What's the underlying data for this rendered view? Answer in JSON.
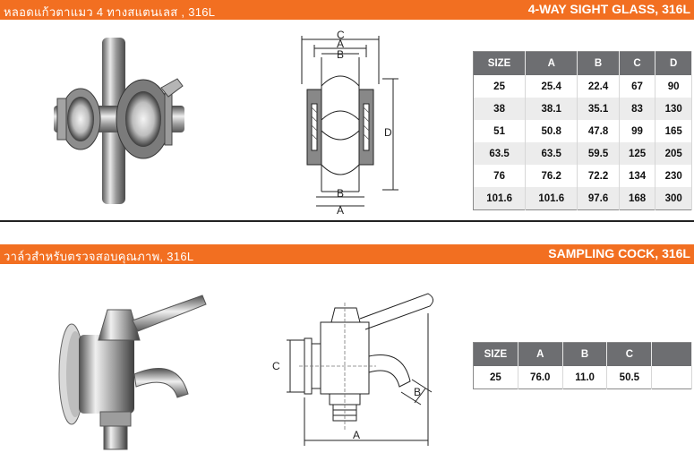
{
  "section1": {
    "title_th": "หลอดแก้วตาแมว 4 ทางสแตนเลส , 316L",
    "title_en": "4-WAY SIGHT GLASS, 316L",
    "drawing_labels": {
      "a": "A",
      "b": "B",
      "c": "C",
      "d": "D"
    },
    "table": {
      "headers": [
        "SIZE",
        "A",
        "B",
        "C",
        "D"
      ],
      "rows": [
        [
          "25",
          "25.4",
          "22.4",
          "67",
          "90"
        ],
        [
          "38",
          "38.1",
          "35.1",
          "83",
          "130"
        ],
        [
          "51",
          "50.8",
          "47.8",
          "99",
          "165"
        ],
        [
          "63.5",
          "63.5",
          "59.5",
          "125",
          "205"
        ],
        [
          "76",
          "76.2",
          "72.2",
          "134",
          "230"
        ],
        [
          "101.6",
          "101.6",
          "97.6",
          "168",
          "300"
        ]
      ]
    }
  },
  "section2": {
    "title_th": "วาล์วสำหรับตรวจสอบคุณภาพ, 316L",
    "title_en": "SAMPLING COCK, 316L",
    "drawing_labels": {
      "a": "A",
      "b": "B",
      "c": "C"
    },
    "table": {
      "headers": [
        "SIZE",
        "A",
        "B",
        "C"
      ],
      "rows": [
        [
          "25",
          "76.0",
          "11.0",
          "50.5"
        ]
      ]
    }
  },
  "colors": {
    "accent": "#f26f21",
    "table_header": "#6d6e71"
  }
}
